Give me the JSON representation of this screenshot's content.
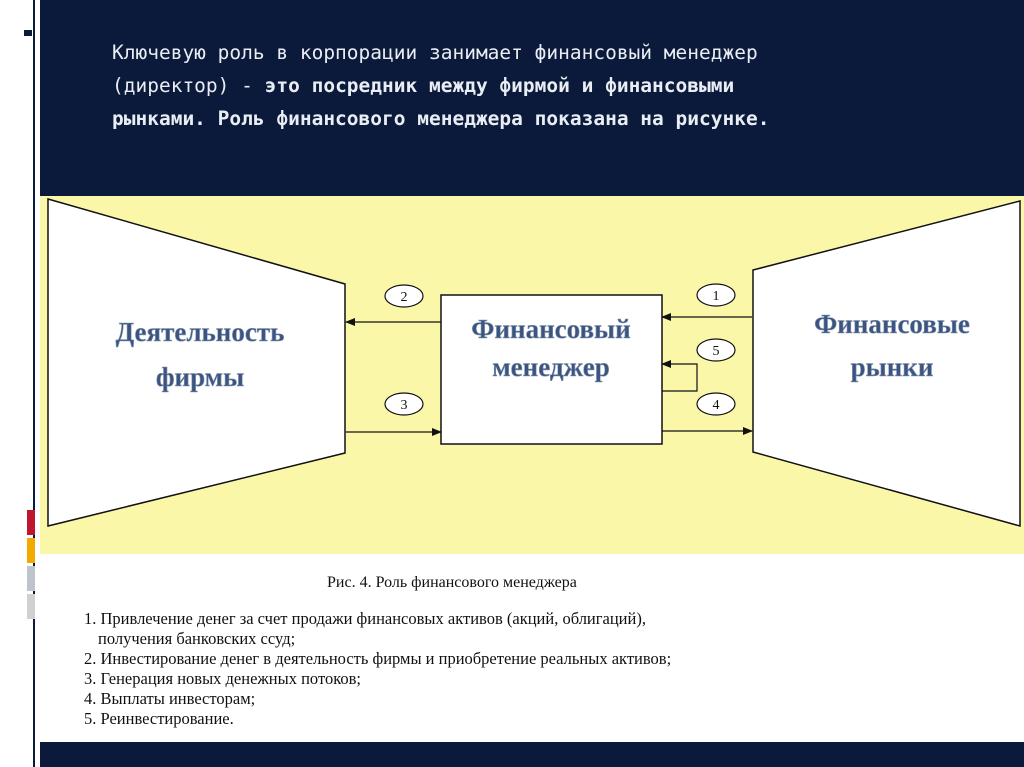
{
  "header": {
    "line1": "Ключевую роль в корпорации  занимает финансовый менеджер",
    "line2_prefix": "(директор) - ",
    "line2_bold": "это посредник между фирмой и финансовыми",
    "line3_bold": "рынками. Роль финансового менеджера показана на рисунке."
  },
  "diagram": {
    "left_block": [
      "Деятельность",
      "фирмы"
    ],
    "center_block": [
      "Финансовый",
      "менеджер"
    ],
    "right_block": [
      "Финансовые",
      "рынки"
    ],
    "flows": [
      "1",
      "2",
      "3",
      "4",
      "5"
    ]
  },
  "figure": {
    "caption": "Рис. 4.  Роль финансового менеджера",
    "legend": [
      "1. Привлечение денег за счет продажи финансовых активов (акций, облигаций),",
      "получения банковских ссуд;",
      "2. Инвестирование денег в деятельность фирмы и приобретение реальных активов;",
      "3. Генерация новых денежных потоков;",
      "4. Выплаты инвесторам;",
      "5. Реинвестирование."
    ]
  },
  "colors": {
    "header_bg": "#0b1a3a",
    "diagram_bg": "#fbf7a8",
    "label_color": "#3b5580"
  }
}
